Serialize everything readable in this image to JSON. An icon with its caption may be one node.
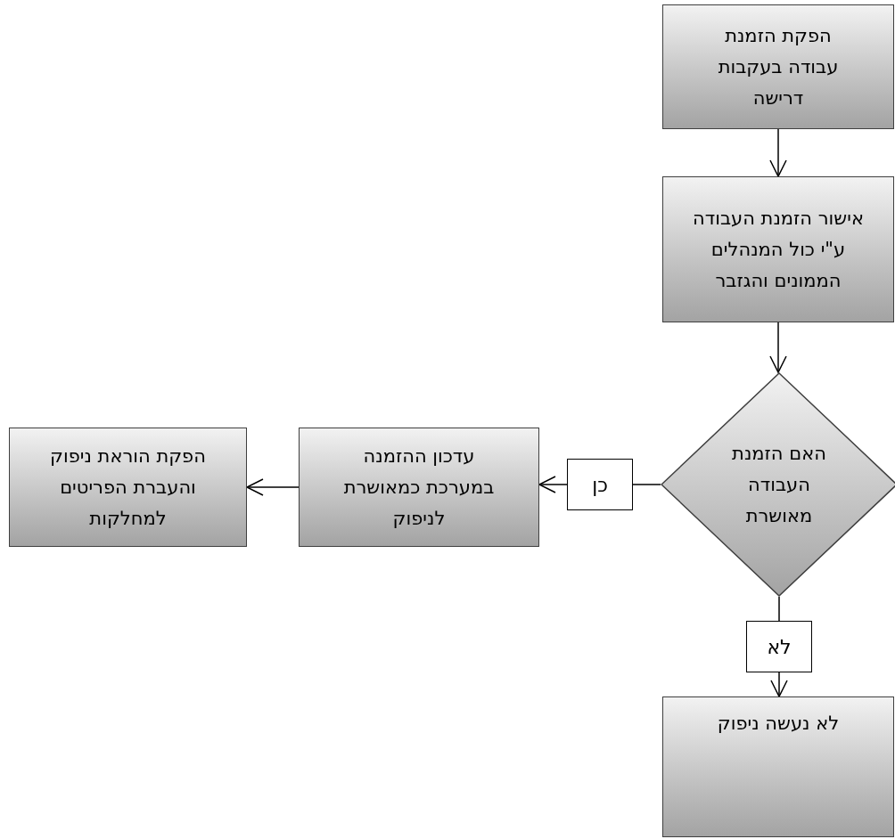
{
  "diagram": {
    "nodes": [
      {
        "text": [
          "הפקת הזמנת עבודה בעקבות דרישה"
        ]
      },
      {
        "text": [
          "אישור הזמנת העבודה ע\"י כול המנהלים הממונים והגזבר"
        ]
      },
      {
        "text": [
          "האם הזמנת העבודה מאושרת"
        ]
      },
      {
        "text": [
          "עדכון ההזמנה במערכת כמאושרת לניפוק"
        ]
      },
      {
        "text": [
          "הפקת הוראת ניפוק והעברת הפריטים למחלקות"
        ]
      },
      {
        "text": [
          "לא נעשה ניפוק"
        ]
      }
    ],
    "edges": [
      {
        "from": 0,
        "to": 1,
        "arrow": "to"
      },
      {
        "from": 1,
        "to": 2,
        "arrow": "to"
      },
      {
        "from": 2,
        "to": 3,
        "arrow": "to",
        "label": "כן"
      },
      {
        "from": 3,
        "to": 4,
        "arrow": "to"
      },
      {
        "from": 2,
        "to": 5,
        "arrow": "to",
        "label": "לא"
      }
    ]
  }
}
